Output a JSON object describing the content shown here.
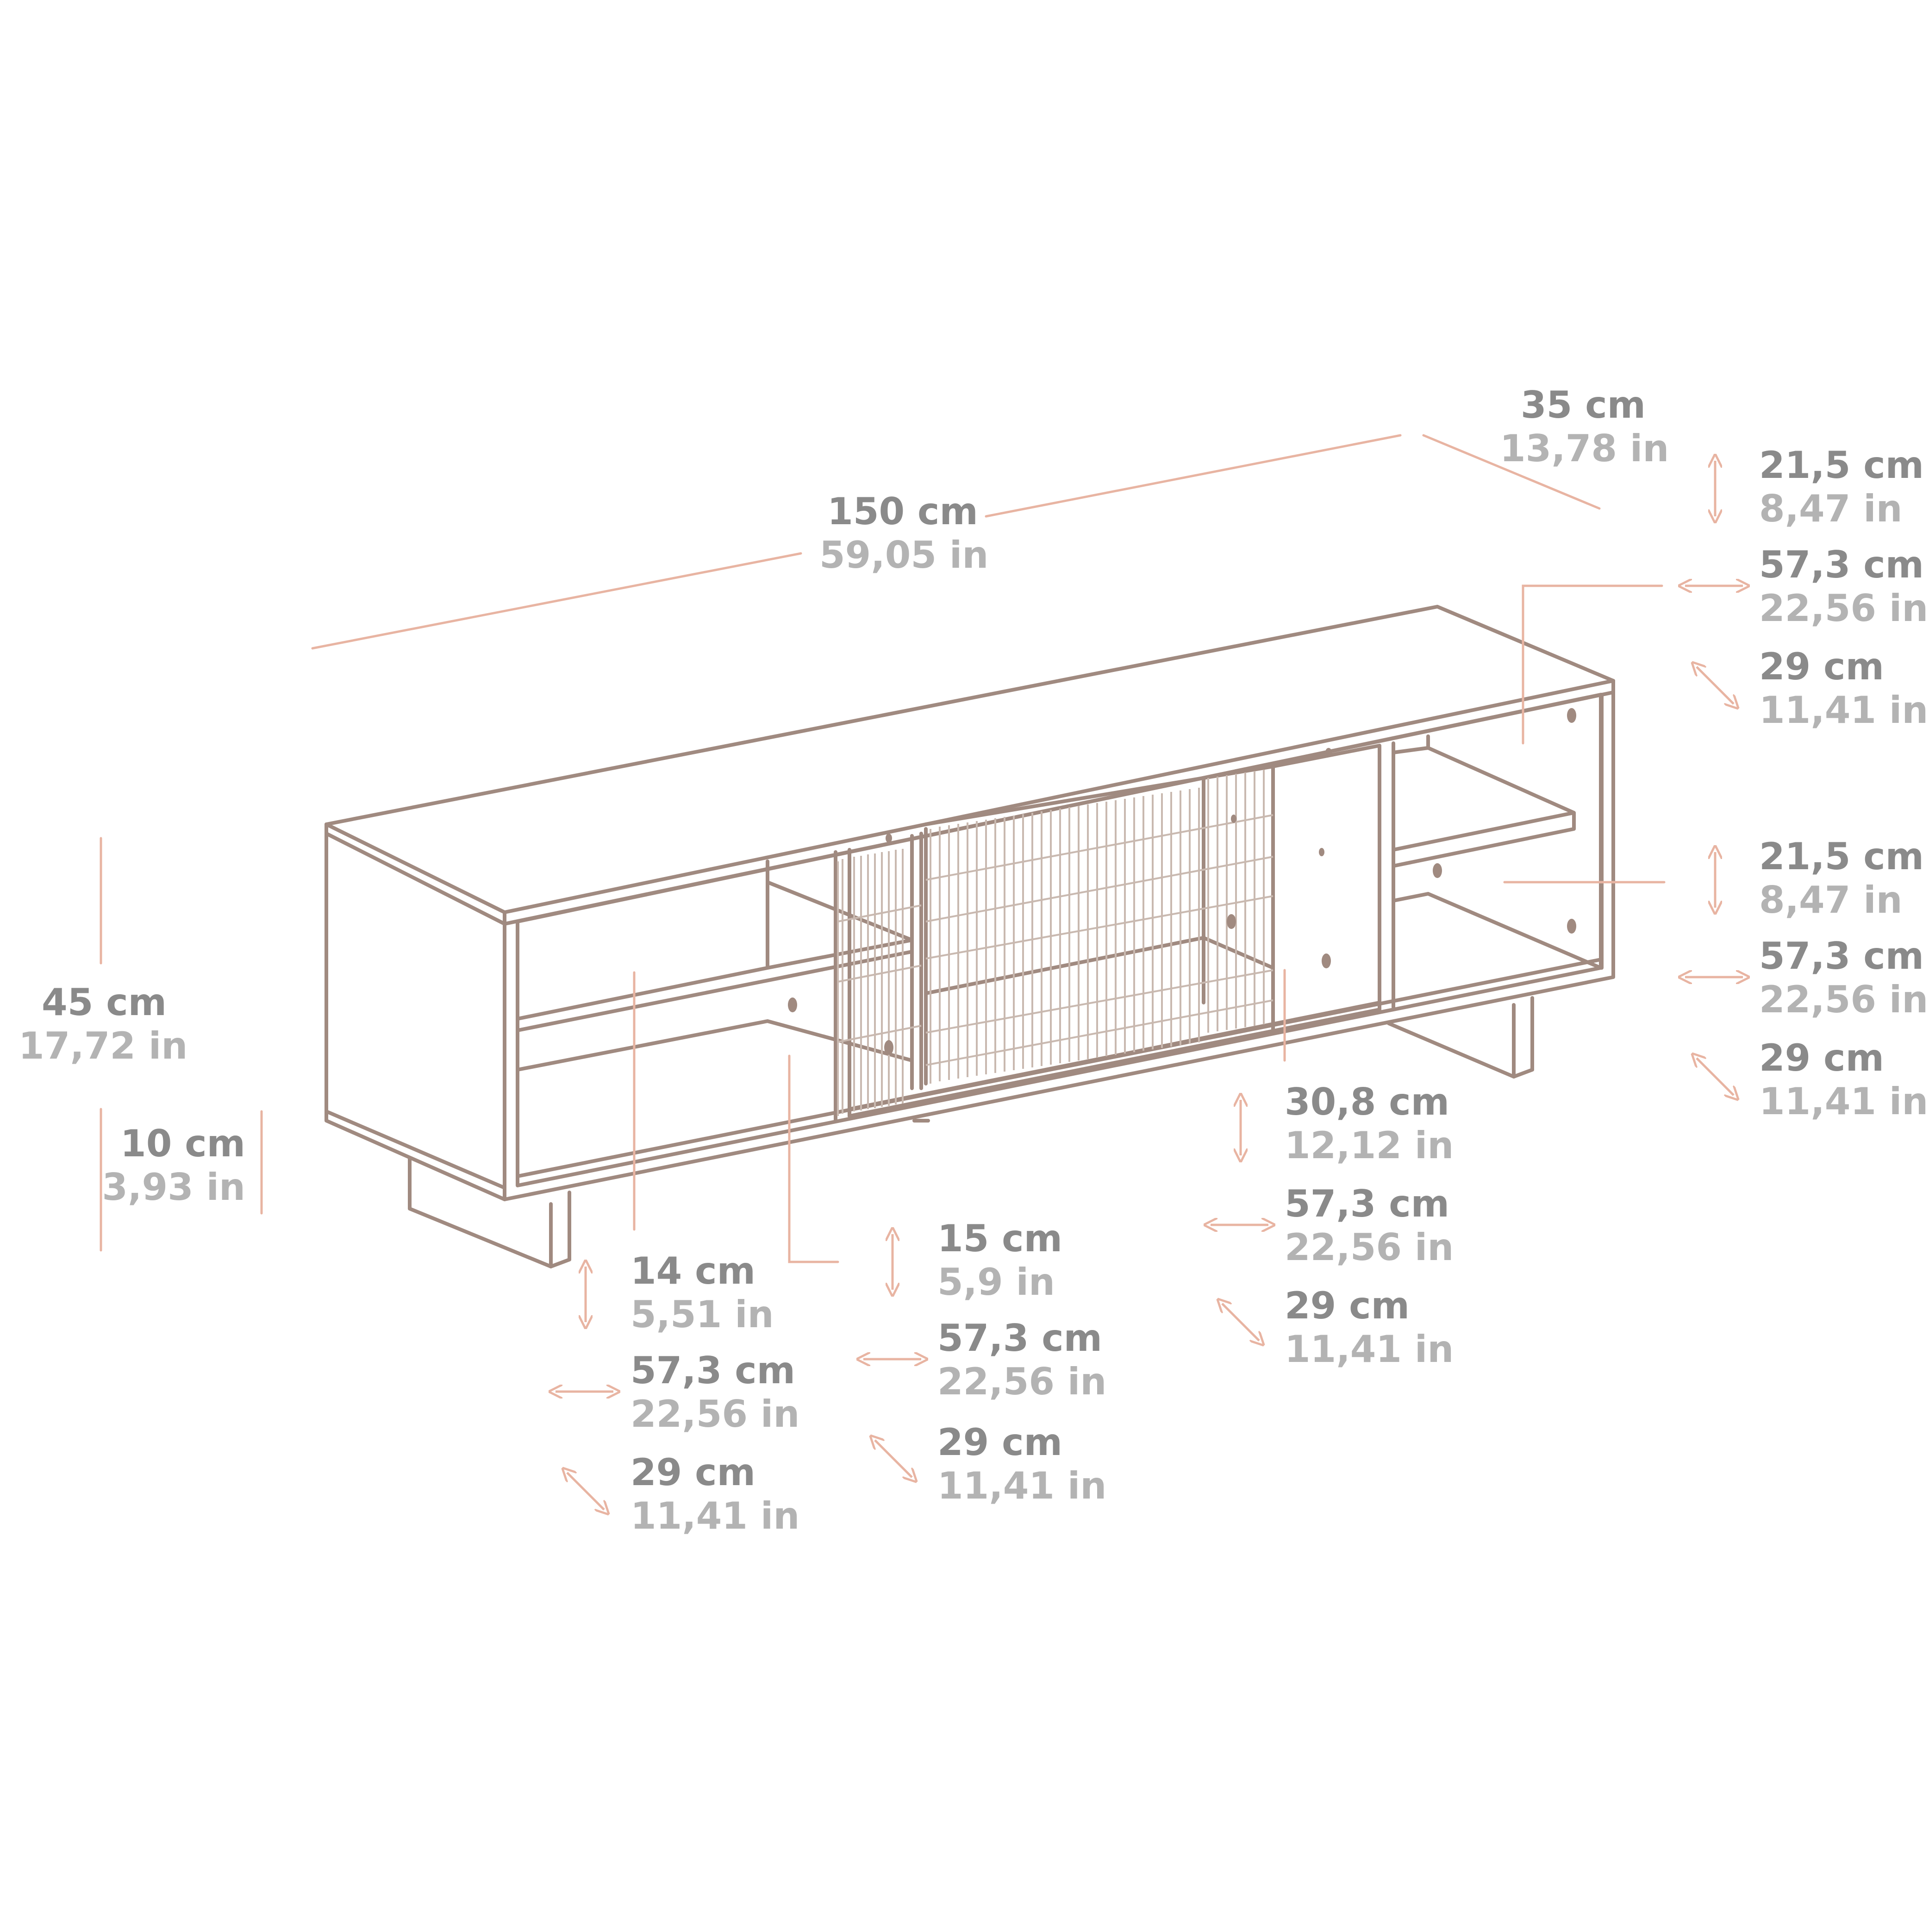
{
  "colors": {
    "furniture_line": "#a08a80",
    "dimension_line": "#e8b4a2",
    "label_cm": "#8a8a8a",
    "label_in": "#b3b3b3",
    "background": "#ffffff"
  },
  "dimensions": {
    "width": {
      "cm": "150 cm",
      "in": "59,05 in"
    },
    "depth": {
      "cm": "35 cm",
      "in": "13,78 in"
    },
    "height": {
      "cm": "45 cm",
      "in": "17,72 in"
    },
    "legs": {
      "cm": "10 cm",
      "in": "3,93 in"
    },
    "right_top": {
      "h": {
        "cm": "21,5 cm",
        "in": "8,47 in"
      },
      "w": {
        "cm": "57,3 cm",
        "in": "22,56 in"
      },
      "d": {
        "cm": "29 cm",
        "in": "11,41 in"
      }
    },
    "right_bottom": {
      "h": {
        "cm": "21,5 cm",
        "in": "8,47 in"
      },
      "w": {
        "cm": "57,3 cm",
        "in": "22,56 in"
      },
      "d": {
        "cm": "29 cm",
        "in": "11,41 in"
      }
    },
    "center_compartment": {
      "h": {
        "cm": "30,8 cm",
        "in": "12,12 in"
      },
      "w": {
        "cm": "57,3 cm",
        "in": "22,56 in"
      },
      "d": {
        "cm": "29 cm",
        "in": "11,41 in"
      }
    },
    "left_shelf_top": {
      "h": {
        "cm": "15 cm",
        "in": "5,9 in"
      },
      "w": {
        "cm": "57,3 cm",
        "in": "22,56 in"
      },
      "d": {
        "cm": "29 cm",
        "in": "11,41 in"
      }
    },
    "left_shelf_bottom": {
      "h": {
        "cm": "14 cm",
        "in": "5,51 in"
      },
      "w": {
        "cm": "57,3 cm",
        "in": "22,56 in"
      },
      "d": {
        "cm": "29 cm",
        "in": "11,41 in"
      }
    }
  }
}
